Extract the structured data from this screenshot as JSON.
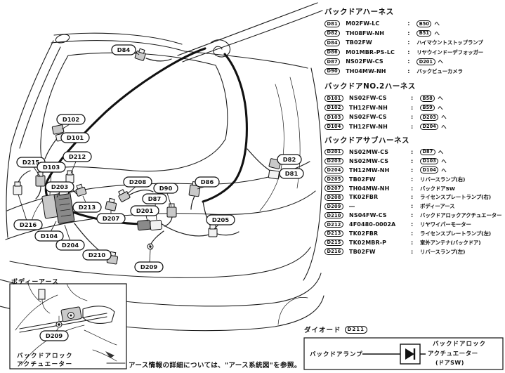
{
  "page": {
    "background": "#ffffff",
    "ink": "#111111"
  },
  "punct": {
    "colon": ":"
  },
  "tables": [
    {
      "title": "バックドアハーネス",
      "rows": [
        {
          "id": "D81",
          "code": "M02FW-LC",
          "badge": "B50",
          "dest": "へ"
        },
        {
          "id": "D82",
          "code": "TH08FW-NH",
          "badge": "B51",
          "dest": "へ"
        },
        {
          "id": "D84",
          "code": "TB02FW",
          "dest": "ハイマウントストップランプ"
        },
        {
          "id": "D86",
          "code": "M01MBR-PS-LC",
          "dest": "リヤウインドーデフォッガー"
        },
        {
          "id": "D87",
          "code": "NS02FW-CS",
          "badge": "D201",
          "dest": "へ"
        },
        {
          "id": "D90",
          "code": "TH04MW-NH",
          "dest": "バックビューカメラ"
        }
      ]
    },
    {
      "title": "バックドアNO.2ハーネス",
      "rows": [
        {
          "id": "D101",
          "code": "NS02FW-CS",
          "badge": "B58",
          "dest": "へ"
        },
        {
          "id": "D102",
          "code": "TH12FW-NH",
          "badge": "B59",
          "dest": "へ"
        },
        {
          "id": "D103",
          "code": "NS02FW-CS",
          "badge": "D203",
          "dest": "へ"
        },
        {
          "id": "D104",
          "code": "TH12FW-NH",
          "badge": "D204",
          "dest": "へ"
        }
      ]
    },
    {
      "title": "バックドアサブハーネス",
      "rows": [
        {
          "id": "D201",
          "code": "NS02MW-CS",
          "badge": "D87",
          "dest": "へ"
        },
        {
          "id": "D203",
          "code": "NS02MW-CS",
          "badge": "D103",
          "dest": "へ"
        },
        {
          "id": "D204",
          "code": "TH12MW-NH",
          "badge": "D104",
          "dest": "へ"
        },
        {
          "id": "D205",
          "code": "TB02FW",
          "dest": "リバースランプ(右)"
        },
        {
          "id": "D207",
          "code": "TH04MW-NH",
          "dest": "バックドアSW"
        },
        {
          "id": "D208",
          "code": "TK02FBR",
          "dest": "ライセンスプレートランプ(右)"
        },
        {
          "id": "D209",
          "code": "―",
          "dest": "ボディーアース"
        },
        {
          "id": "D210",
          "code": "NS04FW-CS",
          "dest": "バックドアロックアクチュエーター"
        },
        {
          "id": "D212",
          "code": "4F0480-0002A",
          "dest": "リヤワイパーモーター"
        },
        {
          "id": "D213",
          "code": "TK02FBR",
          "dest": "ライセンスプレートランプ(左)"
        },
        {
          "id": "D215",
          "code": "TK02MBR-P",
          "dest": "室外アンテナ(バックドア)"
        },
        {
          "id": "D216",
          "code": "TB02FW",
          "dest": "リバースランプ(左)"
        }
      ]
    }
  ],
  "diagram": {
    "labels": [
      "D84",
      "D102",
      "D101",
      "D215",
      "D212",
      "D103",
      "D203",
      "D208",
      "D90",
      "D86",
      "D82",
      "D81",
      "D87",
      "D201",
      "D213",
      "D207",
      "D216",
      "D104",
      "D204",
      "D205",
      "D210",
      "D209"
    ]
  },
  "inset": {
    "title": "ボディーアース",
    "label": "D209",
    "caption_line1": "バックドアロック",
    "caption_line2": "アクチュエーター"
  },
  "footnote": "アース情報の詳細については、\"アース系統図\"を参照。",
  "diode": {
    "title": "ダイオード",
    "badge": "D211",
    "left": "バックドアランプ",
    "right_line1": "バックドアロック",
    "right_line2": "アクチュエーター",
    "right_line3": "(ドアSW)"
  }
}
